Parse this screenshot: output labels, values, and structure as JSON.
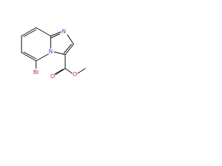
{
  "molecule": {
    "atoms": {
      "n_imidazole": "N",
      "n_bridge": "N",
      "br": "Br",
      "o_carbonyl": "O",
      "o_ester": "O"
    },
    "colors": {
      "bond": "#000000",
      "nitrogen": "#1f1fd6",
      "oxygen": "#e01010",
      "bromine": "#8b3a1a"
    }
  }
}
